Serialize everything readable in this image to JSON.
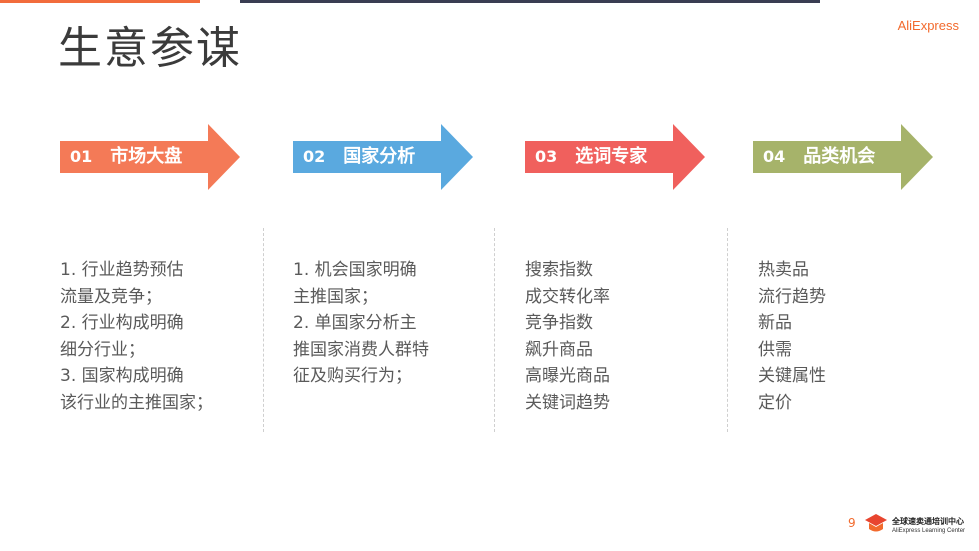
{
  "title": "生意参谋",
  "brand": "AliExpress",
  "colors": {
    "step1": "#f47a57",
    "step2": "#5aa9df",
    "step3": "#f0605d",
    "step4": "#a6b36a"
  },
  "steps": [
    {
      "num": "01",
      "label": "市场大盘",
      "color": "#f47a57",
      "lines": [
        "1. 行业趋势预估",
        "流量及竞争；",
        "2. 行业构成明确",
        "细分行业；",
        "3. 国家构成明确",
        "该行业的主推国家；"
      ]
    },
    {
      "num": "02",
      "label": "国家分析",
      "color": "#5aa9df",
      "lines": [
        "1. 机会国家明确",
        "主推国家；",
        "2. 单国家分析主",
        "推国家消费人群特",
        "征及购买行为；"
      ]
    },
    {
      "num": "03",
      "label": "选词专家",
      "color": "#f0605d",
      "lines": [
        "搜索指数",
        "成交转化率",
        "竞争指数",
        "飙升商品",
        "高曝光商品",
        "关键词趋势"
      ]
    },
    {
      "num": "04",
      "label": "品类机会",
      "color": "#a6b36a",
      "lines": [
        "热卖品",
        "流行趋势",
        "新品",
        "供需",
        "关键属性",
        "定价"
      ]
    }
  ],
  "footer": {
    "page": "9",
    "center_cn": "全球速卖通培训中心",
    "center_en": "AliExpress Learning Center",
    "logo_icon": "graduation-cap-icon"
  }
}
